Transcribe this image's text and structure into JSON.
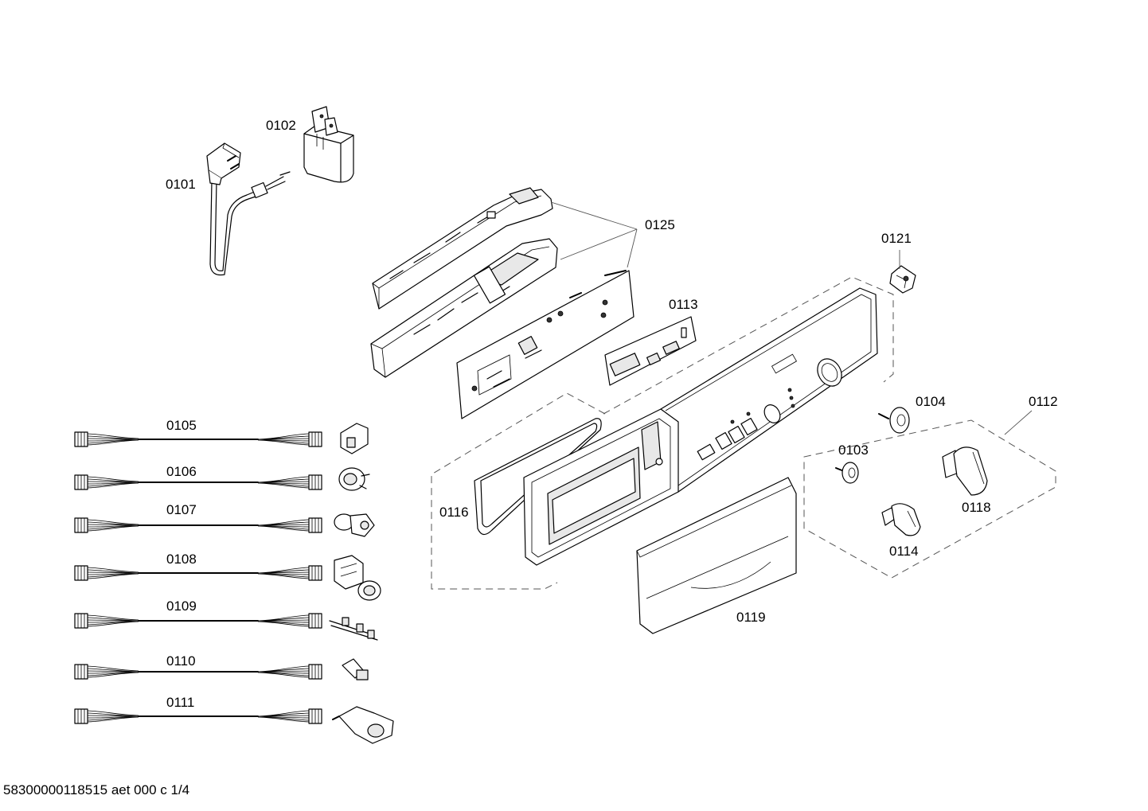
{
  "diagram": {
    "parts": {
      "p0101": "0101",
      "p0102": "0102",
      "p0103": "0103",
      "p0104": "0104",
      "p0105": "0105",
      "p0106": "0106",
      "p0107": "0107",
      "p0108": "0108",
      "p0109": "0109",
      "p0110": "0110",
      "p0111": "0111",
      "p0112": "0112",
      "p0113": "0113",
      "p0114": "0114",
      "p0116": "0116",
      "p0118": "0118",
      "p0119": "0119",
      "p0121": "0121",
      "p0125": "0125"
    },
    "footer": "58300000118515 aet 000 c 1/4"
  }
}
